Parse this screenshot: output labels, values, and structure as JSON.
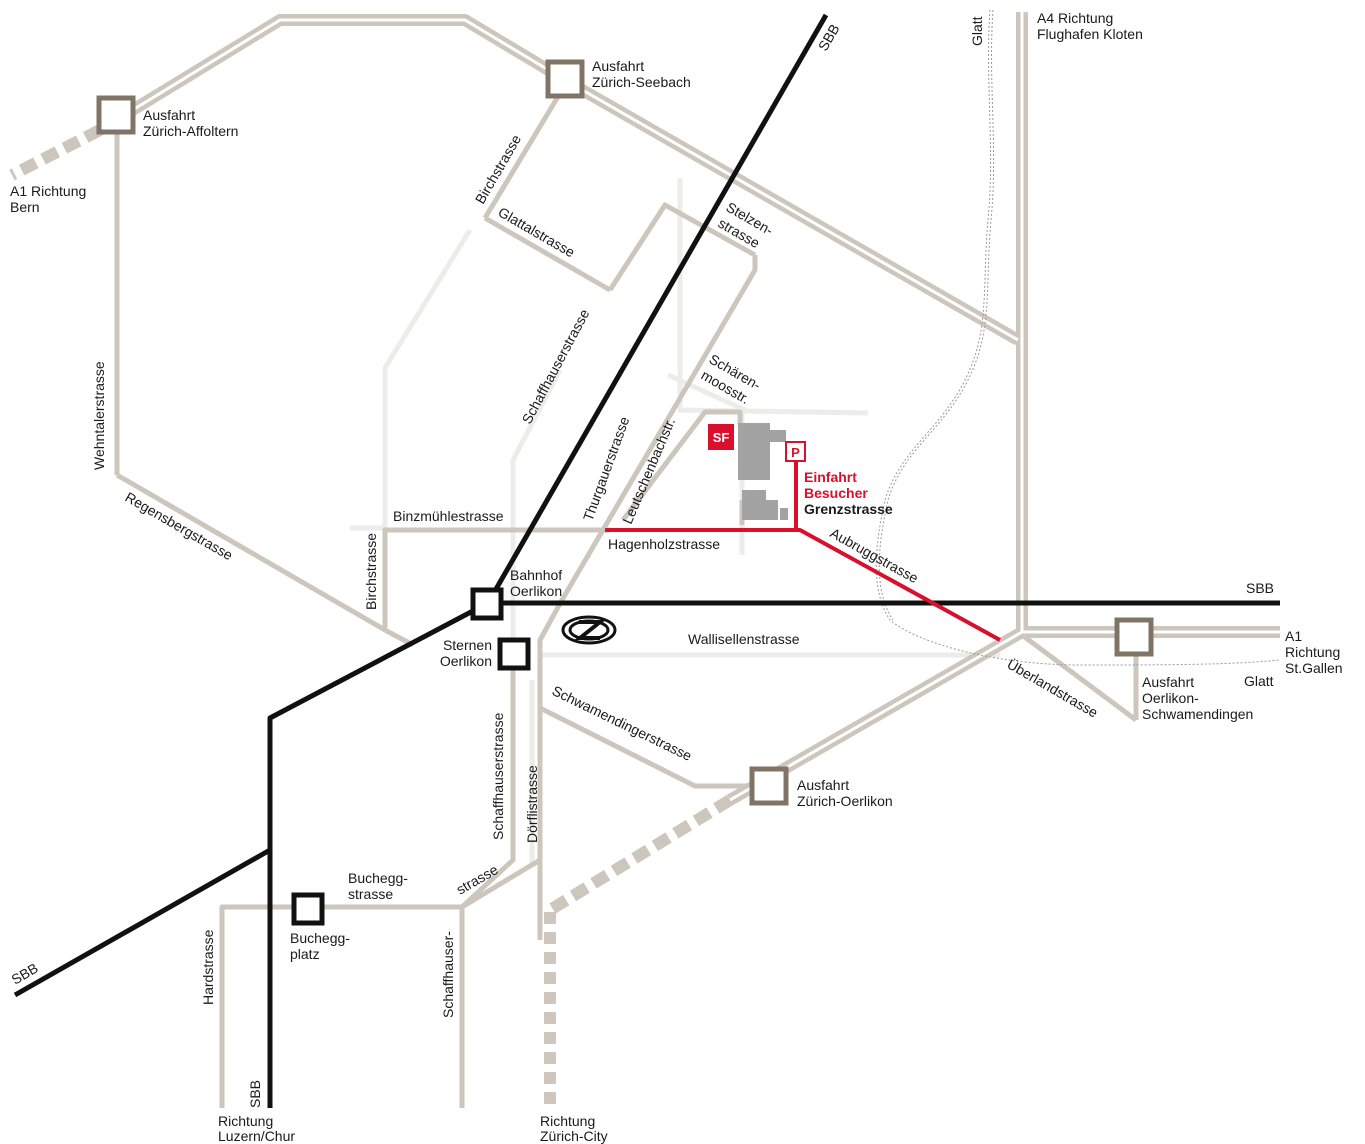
{
  "colors": {
    "highway": "#cdc6bd",
    "highway_center": "#ffffff",
    "street": "#cdc6bd",
    "minor": "#ececea",
    "rail": "#111111",
    "route": "#d8102d",
    "exit_box": "#7f7466",
    "station_box": "#111111",
    "river": "#9a9a9a",
    "building": "#a3a3a3"
  },
  "highways": {
    "a1_bern": [
      "A1 Richtung",
      "Bern"
    ],
    "a4": [
      "A4 Richtung",
      "Flughafen Kloten"
    ],
    "a1_stgallen": [
      "A1",
      "Richtung",
      "St.Gallen"
    ]
  },
  "exits": {
    "affoltern": [
      "Ausfahrt",
      "Zürich-Affoltern"
    ],
    "seebach": [
      "Ausfahrt",
      "Zürich-Seebach"
    ],
    "oerlikon": [
      "Ausfahrt",
      "Zürich-Oerlikon"
    ],
    "schwamendingen": [
      "Ausfahrt",
      "Oerlikon-",
      "Schwamendingen"
    ]
  },
  "stations": {
    "bahnhof": [
      "Bahnhof",
      "Oerlikon"
    ],
    "sternen": [
      "Sternen",
      "Oerlikon"
    ],
    "bucheggplatz": [
      "Buchegg-",
      "platz"
    ]
  },
  "rail": {
    "label": "SBB"
  },
  "streets": {
    "birchstrasse": "Birchstrasse",
    "glattalstrasse": "Glattalstrasse",
    "stelzenstrasse": [
      "Stelzen-",
      "strasse"
    ],
    "schaffhauserstrasse": "Schaffhauserstrasse",
    "wehntalerstrasse": "Wehntalerstrasse",
    "regensbergstrasse": "Regensbergstrasse",
    "schaerenmoosstr": [
      "Schären-",
      "moosstr."
    ],
    "thurgauerstrasse": "Thurgauerstrasse",
    "leutschenbachstr": "Leutschenbachstr.",
    "binzmuehlestrasse": "Binzmühlestrasse",
    "hagenholzstrasse": "Hagenholzstrasse",
    "aubruggstrasse": "Aubruggstrasse",
    "wallisellenstrasse": "Wallisellenstrasse",
    "ueberlandstrasse": "Überlandstrasse",
    "schwamendingerstrasse": "Schwamendingerstrasse",
    "doerflistrasse": "Dörflistrasse",
    "bucheggstrasse": [
      "Buchegg-",
      "strasse"
    ],
    "strasse_frag": "strasse",
    "schaffhauser_frag": "Schaffhauser-",
    "hardstrasse": "Hardstrasse"
  },
  "rivers": {
    "glatt": "Glatt"
  },
  "directions": {
    "luzern": [
      "Richtung",
      "Luzern/Chur"
    ],
    "city": [
      "Richtung",
      "Zürich-City"
    ]
  },
  "destination": {
    "sf_label": "SF",
    "parking": "P",
    "entrance_line1": "Einfahrt",
    "entrance_line2": "Besucher",
    "street": "Grenzstrasse"
  }
}
